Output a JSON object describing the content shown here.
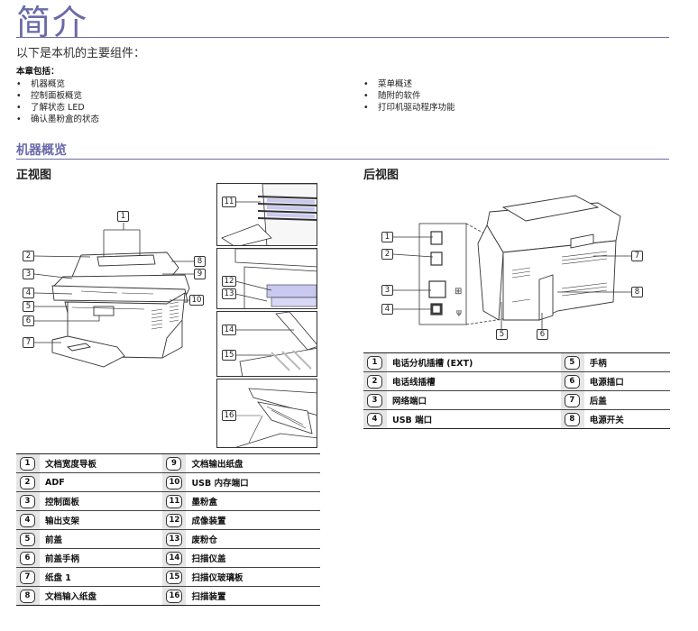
{
  "page": {
    "title": "简介",
    "intro": "以下是本机的主要组件：",
    "chapter_label": "本章包括：",
    "contents_left": [
      "机器概览",
      "控制面板概览",
      "了解状态 LED",
      "确认墨粉盒的状态"
    ],
    "contents_right": [
      "菜单概述",
      "随附的软件",
      "打印机驱动程序功能"
    ],
    "section_title": "机器概览"
  },
  "front_view": {
    "title": "正视图",
    "callouts": [
      "1",
      "2",
      "3",
      "4",
      "5",
      "6",
      "7",
      "8",
      "9",
      "10",
      "11",
      "12",
      "13",
      "14",
      "15",
      "16"
    ],
    "legend": [
      {
        "num": "1",
        "label": "文档宽度导板"
      },
      {
        "num": "2",
        "label": "ADF"
      },
      {
        "num": "3",
        "label": "控制面板"
      },
      {
        "num": "4",
        "label": "输出支架"
      },
      {
        "num": "5",
        "label": "前盖"
      },
      {
        "num": "6",
        "label": "前盖手柄"
      },
      {
        "num": "7",
        "label": "纸盘 1"
      },
      {
        "num": "8",
        "label": "文档输入纸盘"
      },
      {
        "num": "9",
        "label": "文档输出纸盘"
      },
      {
        "num": "10",
        "label": "USB 内存端口"
      },
      {
        "num": "11",
        "label": "墨粉盒"
      },
      {
        "num": "12",
        "label": "成像装置"
      },
      {
        "num": "13",
        "label": "废粉仓"
      },
      {
        "num": "14",
        "label": "扫描仪盖"
      },
      {
        "num": "15",
        "label": "扫描仪玻璃板"
      },
      {
        "num": "16",
        "label": "扫描装置"
      }
    ]
  },
  "rear_view": {
    "title": "后视图",
    "callouts": [
      "1",
      "2",
      "3",
      "4",
      "5",
      "6",
      "7",
      "8"
    ],
    "legend": [
      {
        "num": "1",
        "label": "电话分机插槽 (EXT)"
      },
      {
        "num": "2",
        "label": "电话线插槽"
      },
      {
        "num": "3",
        "label": "网络端口"
      },
      {
        "num": "4",
        "label": "USB 端口"
      },
      {
        "num": "5",
        "label": "手柄"
      },
      {
        "num": "6",
        "label": "电源插口"
      },
      {
        "num": "7",
        "label": "后盖"
      },
      {
        "num": "8",
        "label": "电源开关"
      }
    ]
  },
  "colors": {
    "accent": "#6a6aaa",
    "rule": "#6b6ba6",
    "highlight": "#c8c8f0",
    "legend_num_bg": "#e6e6e6"
  }
}
